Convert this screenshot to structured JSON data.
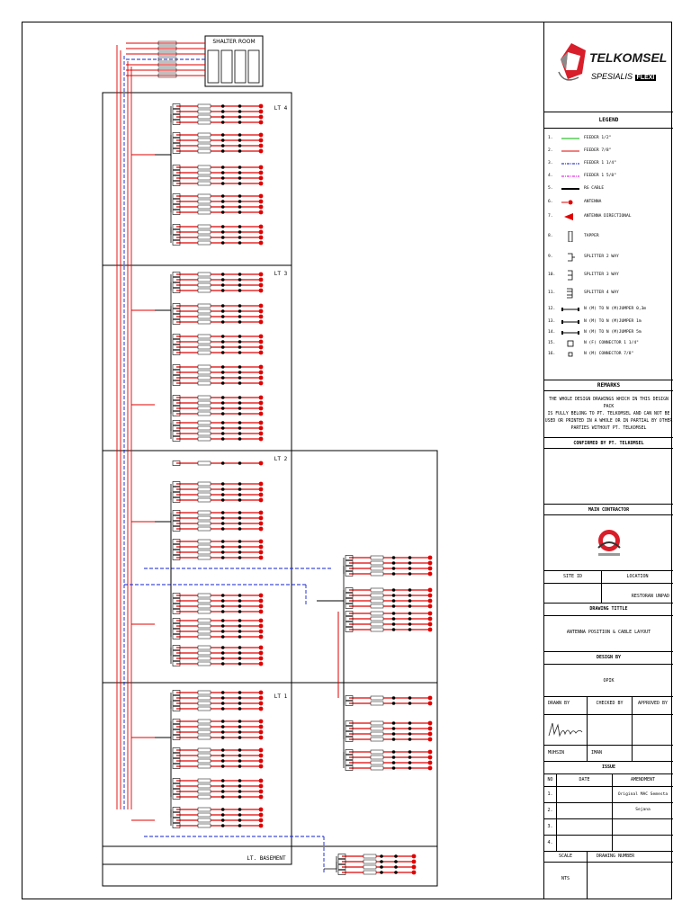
{
  "diagram": {
    "shelter_label": "SHALTER ROOM",
    "floors": [
      {
        "id": "lt4",
        "label": "LT 4"
      },
      {
        "id": "lt3",
        "label": "LT 3"
      },
      {
        "id": "lt2",
        "label": "LT 2"
      },
      {
        "id": "lt1",
        "label": "LT 1"
      },
      {
        "id": "basement",
        "label": "LT. BASEMENT"
      }
    ]
  },
  "titleblock": {
    "brand": "TELKOMSEL",
    "brand_sub": "SPESIALIS",
    "brand_tag": "FLEXI",
    "legend_title": "LEGEND",
    "legend": [
      {
        "n": "1.",
        "sym": "line-green",
        "label": "FEEDER 1/2\""
      },
      {
        "n": "2.",
        "sym": "line-red",
        "label": "FEEDER 7/8\""
      },
      {
        "n": "3.",
        "sym": "line-blue-dash",
        "label": "FEEDER 1 1/4\""
      },
      {
        "n": "4.",
        "sym": "line-magenta-dash",
        "label": "FEEDER 1 5/8\""
      },
      {
        "n": "5.",
        "sym": "line-black",
        "label": "RG CABLE"
      },
      {
        "n": "6.",
        "sym": "antenna",
        "label": "ANTENNA"
      },
      {
        "n": "7.",
        "sym": "antenna-dir",
        "label": "ANTENNA DIRECTIONAL"
      },
      {
        "n": "8.",
        "sym": "tapper",
        "label": "TAPPER"
      },
      {
        "n": "9.",
        "sym": "splitter2",
        "label": "SPLITTER 2 WAY"
      },
      {
        "n": "10.",
        "sym": "splitter3",
        "label": "SPLITTER 3 WAY"
      },
      {
        "n": "11.",
        "sym": "splitter4",
        "label": "SPLITTER 4 WAY"
      },
      {
        "n": "12.",
        "sym": "jumper",
        "label": "N (M) TO N (M)JUMPER 0,3m"
      },
      {
        "n": "13.",
        "sym": "jumper",
        "label": "N (M) TO N (M)JUMPER 1m"
      },
      {
        "n": "14.",
        "sym": "jumper",
        "label": "N (M) TO N (M)JUMPER 5m"
      },
      {
        "n": "15.",
        "sym": "connector",
        "label": "N (F) CONNECTOR 1 1/4\""
      },
      {
        "n": "16.",
        "sym": "connector-small",
        "label": "N (M) CONNECTOR 7/8\""
      }
    ],
    "remarks_title": "REMARKS",
    "remarks_lines": [
      "THE WHOLE DESIGN DRAWINGS WHICH IN THIS DESIGN PACK",
      "IS FULLY BELONG TO PT. TELKOMSEL  AND CAN NOT BE",
      "USED OR PRINTED IN A WHOLE OR IN PARTIAL BY OTHER",
      "PARTIES WITHOUT PT. TELKOMSEL"
    ],
    "confirmed": "CONFIRMED BY PT. TELKOMSEL",
    "main_contractor": "MAIN CONTRACTOR",
    "site_id": "SITE ID",
    "location": "LOCATION",
    "location_value": "RESTORAN UNPAD",
    "drawing_title_label": "DRAWING TITTLE",
    "drawing_title_value": "ANTENNA POSITION & CABLE LAYOUT",
    "design_by_label": "DESIGN BY",
    "design_by_value": "OPIK",
    "drawn_by": "DRAWN BY",
    "checked_by": "CHECKED BY",
    "approved_by": "APPROVED BY",
    "drawn_name": "MUHSIN",
    "checked_name": "IMAN",
    "issue": "ISSUE",
    "col_no": "NO",
    "col_date": "DATE",
    "col_amendment": "AMENDMENT",
    "issues": [
      {
        "no": "1.",
        "amendment": "Original MAC Semesta Sejana"
      },
      {
        "no": "2.",
        "amendment": ""
      },
      {
        "no": "3.",
        "amendment": ""
      },
      {
        "no": "4.",
        "amendment": ""
      }
    ],
    "scale_label": "SCALE",
    "drawing_number_label": "DRAWING NUMBER",
    "scale_value": "NTS"
  }
}
